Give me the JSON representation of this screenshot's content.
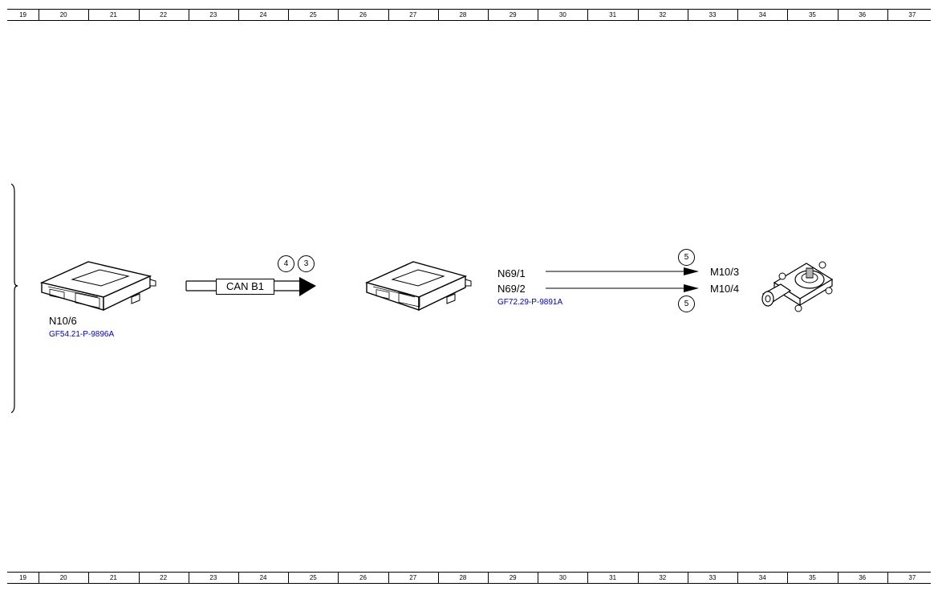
{
  "ruler": {
    "cells": [
      "19",
      "20",
      "21",
      "22",
      "23",
      "24",
      "25",
      "26",
      "27",
      "28",
      "29",
      "30",
      "31",
      "32",
      "33",
      "34",
      "35",
      "36",
      "37"
    ]
  },
  "diagram": {
    "source_module": {
      "label": "N10/6",
      "ref": "GF54.21-P-9896A"
    },
    "bus": {
      "label": "CAN B1",
      "badges": [
        "4",
        "3"
      ]
    },
    "target_module": {
      "outputs": [
        "N69/1",
        "N69/2"
      ],
      "ref": "GF72.29-P-9891A"
    },
    "connections": [
      {
        "badge": "5",
        "to": "M10/3"
      },
      {
        "badge": "5",
        "to": "M10/4"
      }
    ],
    "motor": {
      "icon": "window-motor-icon"
    }
  }
}
